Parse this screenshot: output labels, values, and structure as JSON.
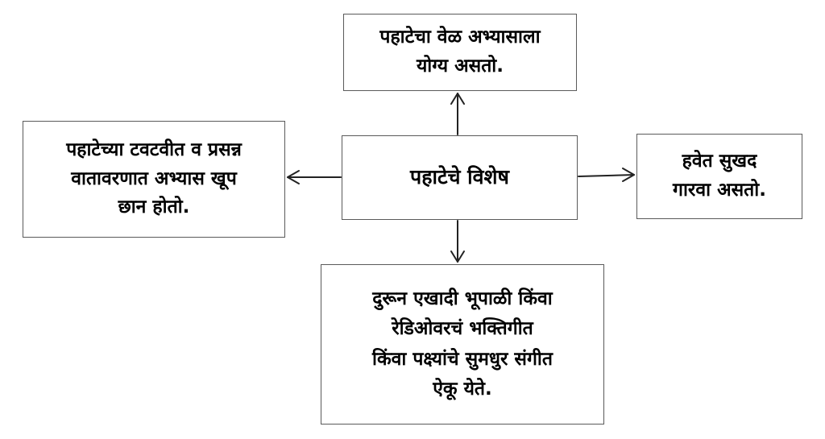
{
  "diagram": {
    "center": {
      "text": "पहाटेचे विशेष"
    },
    "top": {
      "text": "पहाटेचा वेळ अभ्यासाला\nयोग्य असतो."
    },
    "left": {
      "text": "पहाटेच्या टवटवीत व प्रसन्न\nवातावरणात अभ्यास खूप\nछान होतो."
    },
    "right": {
      "text": "हवेत सुखद\nगारवा असतो."
    },
    "bottom": {
      "text": "दुरून एखादी भूपाळी किंवा\nरेडिओवरचं भक्तिगीत\nकिंवा पक्ष्यांचे सुमधुर संगीत\nऐकू येते."
    },
    "colors": {
      "border": "#5a5a5a",
      "line": "#222222",
      "text": "#000000"
    }
  }
}
